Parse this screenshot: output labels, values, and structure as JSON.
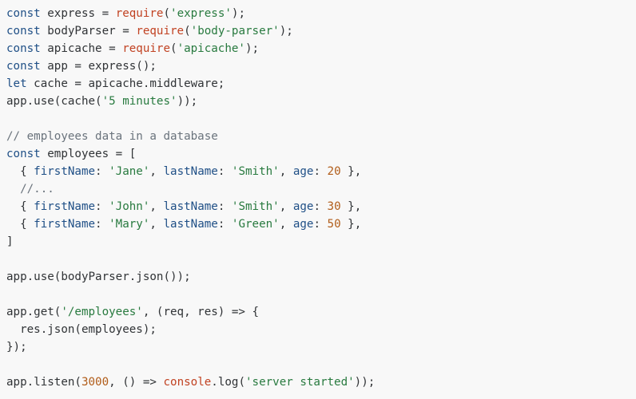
{
  "colors": {
    "background": "#f8f8f8",
    "plain": "#303336",
    "keyword": "#1f4f86",
    "function": "#c14222",
    "string": "#287a3f",
    "number": "#b15d1a",
    "comment": "#6a737c",
    "property": "#1f4f86"
  },
  "code": {
    "language": "javascript",
    "lines": [
      [
        [
          "keyword",
          "const"
        ],
        [
          "plain",
          " express = "
        ],
        [
          "function",
          "require"
        ],
        [
          "plain",
          "("
        ],
        [
          "string",
          "'express'"
        ],
        [
          "plain",
          ");"
        ]
      ],
      [
        [
          "keyword",
          "const"
        ],
        [
          "plain",
          " bodyParser = "
        ],
        [
          "function",
          "require"
        ],
        [
          "plain",
          "("
        ],
        [
          "string",
          "'body-parser'"
        ],
        [
          "plain",
          ");"
        ]
      ],
      [
        [
          "keyword",
          "const"
        ],
        [
          "plain",
          " apicache = "
        ],
        [
          "function",
          "require"
        ],
        [
          "plain",
          "("
        ],
        [
          "string",
          "'apicache'"
        ],
        [
          "plain",
          ");"
        ]
      ],
      [
        [
          "keyword",
          "const"
        ],
        [
          "plain",
          " app = express();"
        ]
      ],
      [
        [
          "keyword",
          "let"
        ],
        [
          "plain",
          " cache = apicache.middleware;"
        ]
      ],
      [
        [
          "plain",
          "app.use(cache("
        ],
        [
          "string",
          "'5 minutes'"
        ],
        [
          "plain",
          "));"
        ]
      ],
      [],
      [
        [
          "comment",
          "// employees data in a database"
        ]
      ],
      [
        [
          "keyword",
          "const"
        ],
        [
          "plain",
          " employees = ["
        ]
      ],
      [
        [
          "plain",
          "  { "
        ],
        [
          "prop",
          "firstName"
        ],
        [
          "plain",
          ": "
        ],
        [
          "string",
          "'Jane'"
        ],
        [
          "plain",
          ", "
        ],
        [
          "prop",
          "lastName"
        ],
        [
          "plain",
          ": "
        ],
        [
          "string",
          "'Smith'"
        ],
        [
          "plain",
          ", "
        ],
        [
          "prop",
          "age"
        ],
        [
          "plain",
          ": "
        ],
        [
          "number",
          "20"
        ],
        [
          "plain",
          " },"
        ]
      ],
      [
        [
          "comment",
          "  //..."
        ]
      ],
      [
        [
          "plain",
          "  { "
        ],
        [
          "prop",
          "firstName"
        ],
        [
          "plain",
          ": "
        ],
        [
          "string",
          "'John'"
        ],
        [
          "plain",
          ", "
        ],
        [
          "prop",
          "lastName"
        ],
        [
          "plain",
          ": "
        ],
        [
          "string",
          "'Smith'"
        ],
        [
          "plain",
          ", "
        ],
        [
          "prop",
          "age"
        ],
        [
          "plain",
          ": "
        ],
        [
          "number",
          "30"
        ],
        [
          "plain",
          " },"
        ]
      ],
      [
        [
          "plain",
          "  { "
        ],
        [
          "prop",
          "firstName"
        ],
        [
          "plain",
          ": "
        ],
        [
          "string",
          "'Mary'"
        ],
        [
          "plain",
          ", "
        ],
        [
          "prop",
          "lastName"
        ],
        [
          "plain",
          ": "
        ],
        [
          "string",
          "'Green'"
        ],
        [
          "plain",
          ", "
        ],
        [
          "prop",
          "age"
        ],
        [
          "plain",
          ": "
        ],
        [
          "number",
          "50"
        ],
        [
          "plain",
          " },"
        ]
      ],
      [
        [
          "plain",
          "]"
        ]
      ],
      [],
      [
        [
          "plain",
          "app.use(bodyParser.json());"
        ]
      ],
      [],
      [
        [
          "plain",
          "app.get("
        ],
        [
          "string",
          "'/employees'"
        ],
        [
          "plain",
          ", (req, res) => {"
        ]
      ],
      [
        [
          "plain",
          "  res.json(employees);"
        ]
      ],
      [
        [
          "plain",
          "});"
        ]
      ],
      [],
      [
        [
          "plain",
          "app.listen("
        ],
        [
          "number",
          "3000"
        ],
        [
          "plain",
          ", () => "
        ],
        [
          "function",
          "console"
        ],
        [
          "plain",
          ".log("
        ],
        [
          "string",
          "'server started'"
        ],
        [
          "plain",
          "));"
        ]
      ]
    ]
  }
}
